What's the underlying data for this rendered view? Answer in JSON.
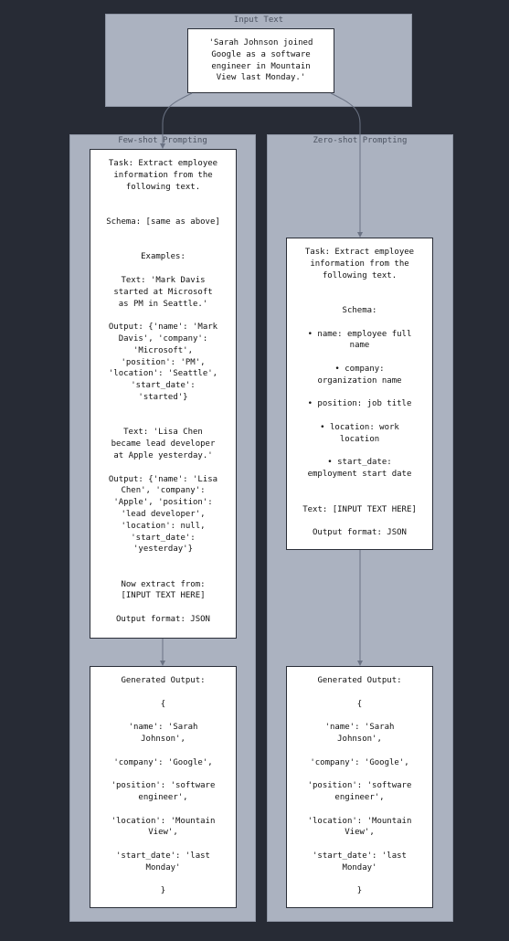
{
  "input_panel": {
    "title": "Input Text",
    "text_lines": [
      "'Sarah Johnson joined",
      "Google as a software",
      "engineer in Mountain",
      "View last Monday.'"
    ]
  },
  "few_shot": {
    "title": "Few-shot Prompting",
    "prompt_lines": [
      "Task: Extract employee",
      "information from the",
      "following text.",
      "",
      "",
      "Schema: [same as above]",
      "",
      "",
      "Examples:",
      "",
      "Text: 'Mark Davis",
      "started at Microsoft",
      "as PM in Seattle.'",
      "",
      "Output: {'name': 'Mark",
      "Davis', 'company':",
      "'Microsoft',",
      "'position': 'PM',",
      "'location': 'Seattle',",
      "'start_date':",
      "'started'}",
      "",
      "",
      "Text: 'Lisa Chen",
      "became lead developer",
      "at Apple yesterday.'",
      "",
      "Output: {'name': 'Lisa",
      "Chen', 'company':",
      "'Apple', 'position':",
      "'lead developer',",
      "'location': null,",
      "'start_date':",
      "'yesterday'}",
      "",
      "",
      "Now extract from:",
      "[INPUT TEXT HERE]",
      "",
      "Output format: JSON"
    ],
    "output_lines": [
      "Generated Output:",
      "",
      "{",
      "",
      "'name': 'Sarah",
      "Johnson',",
      "",
      "'company': 'Google',",
      "",
      "'position': 'software",
      "engineer',",
      "",
      "'location': 'Mountain",
      "View',",
      "",
      "'start_date': 'last",
      "Monday'",
      "",
      "}"
    ]
  },
  "zero_shot": {
    "title": "Zero-shot Prompting",
    "prompt_lines": [
      "Task: Extract employee",
      "information from the",
      "following text.",
      "",
      "",
      "Schema:",
      "",
      "• name: employee full",
      "name",
      "",
      "• company:",
      "organization name",
      "",
      "• position: job title",
      "",
      "• location: work",
      "location",
      "",
      "• start_date:",
      "employment start date",
      "",
      "",
      "Text: [INPUT TEXT HERE]",
      "",
      "Output format: JSON"
    ],
    "output_lines": [
      "Generated Output:",
      "",
      "{",
      "",
      "'name': 'Sarah",
      "Johnson',",
      "",
      "'company': 'Google',",
      "",
      "'position': 'software",
      "engineer',",
      "",
      "'location': 'Mountain",
      "View',",
      "",
      "'start_date': 'last",
      "Monday'",
      "",
      "}"
    ]
  },
  "colors": {
    "background": "#272b35",
    "panel": "#abb2c0",
    "node": "#ffffff",
    "edge": "#6b7384"
  }
}
